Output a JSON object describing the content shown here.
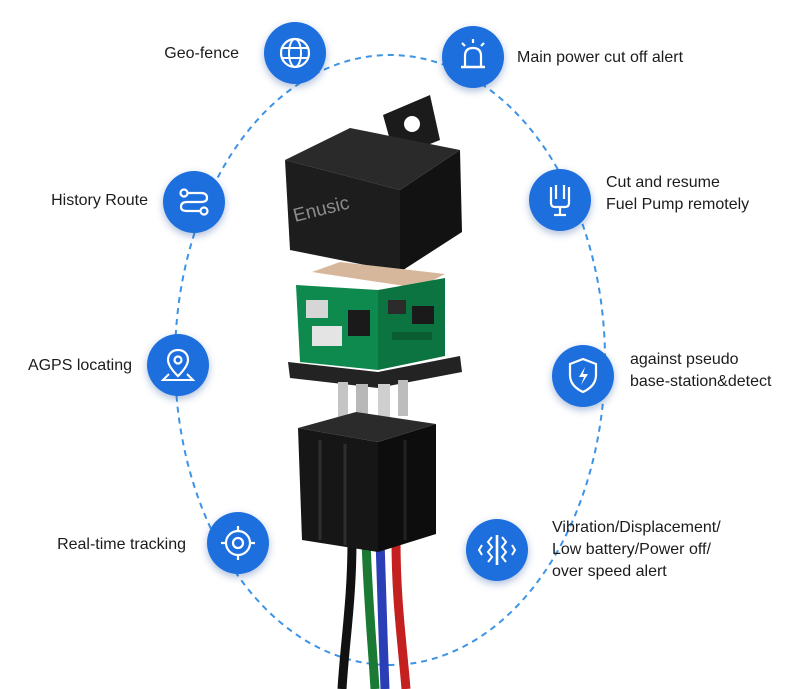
{
  "product": {
    "brand_text": "Enusic",
    "colors": {
      "accent": "#1e6fde",
      "dashed_orbit": "#3d93e6",
      "relay_body": "#1b1b1b",
      "pcb": "#0f8a4e",
      "wire_black": "#111111",
      "wire_green": "#1a7a33",
      "wire_blue": "#2a3fb5",
      "wire_red": "#c42020"
    }
  },
  "features": {
    "geo_fence": {
      "label": "Geo-fence",
      "icon": "globe-icon"
    },
    "history_route": {
      "label": "History Route",
      "icon": "route-icon"
    },
    "agps_locating": {
      "label": "AGPS locating",
      "icon": "map-pin-icon"
    },
    "real_time_tracking": {
      "label": "Real-time tracking",
      "icon": "crosshair-icon"
    },
    "main_power_alert": {
      "label": "Main power cut off alert",
      "icon": "siren-icon"
    },
    "fuel_pump": {
      "lines": [
        "Cut and resume",
        "Fuel Pump remotely"
      ],
      "icon": "fuel-pump-icon"
    },
    "pseudo_base": {
      "lines": [
        "against pseudo",
        "base-station&detect"
      ],
      "icon": "shield-bolt-icon"
    },
    "vibration": {
      "lines": [
        "Vibration/Displacement/",
        "Low battery/Power off/",
        "over speed alert"
      ],
      "icon": "vibration-icon"
    }
  }
}
